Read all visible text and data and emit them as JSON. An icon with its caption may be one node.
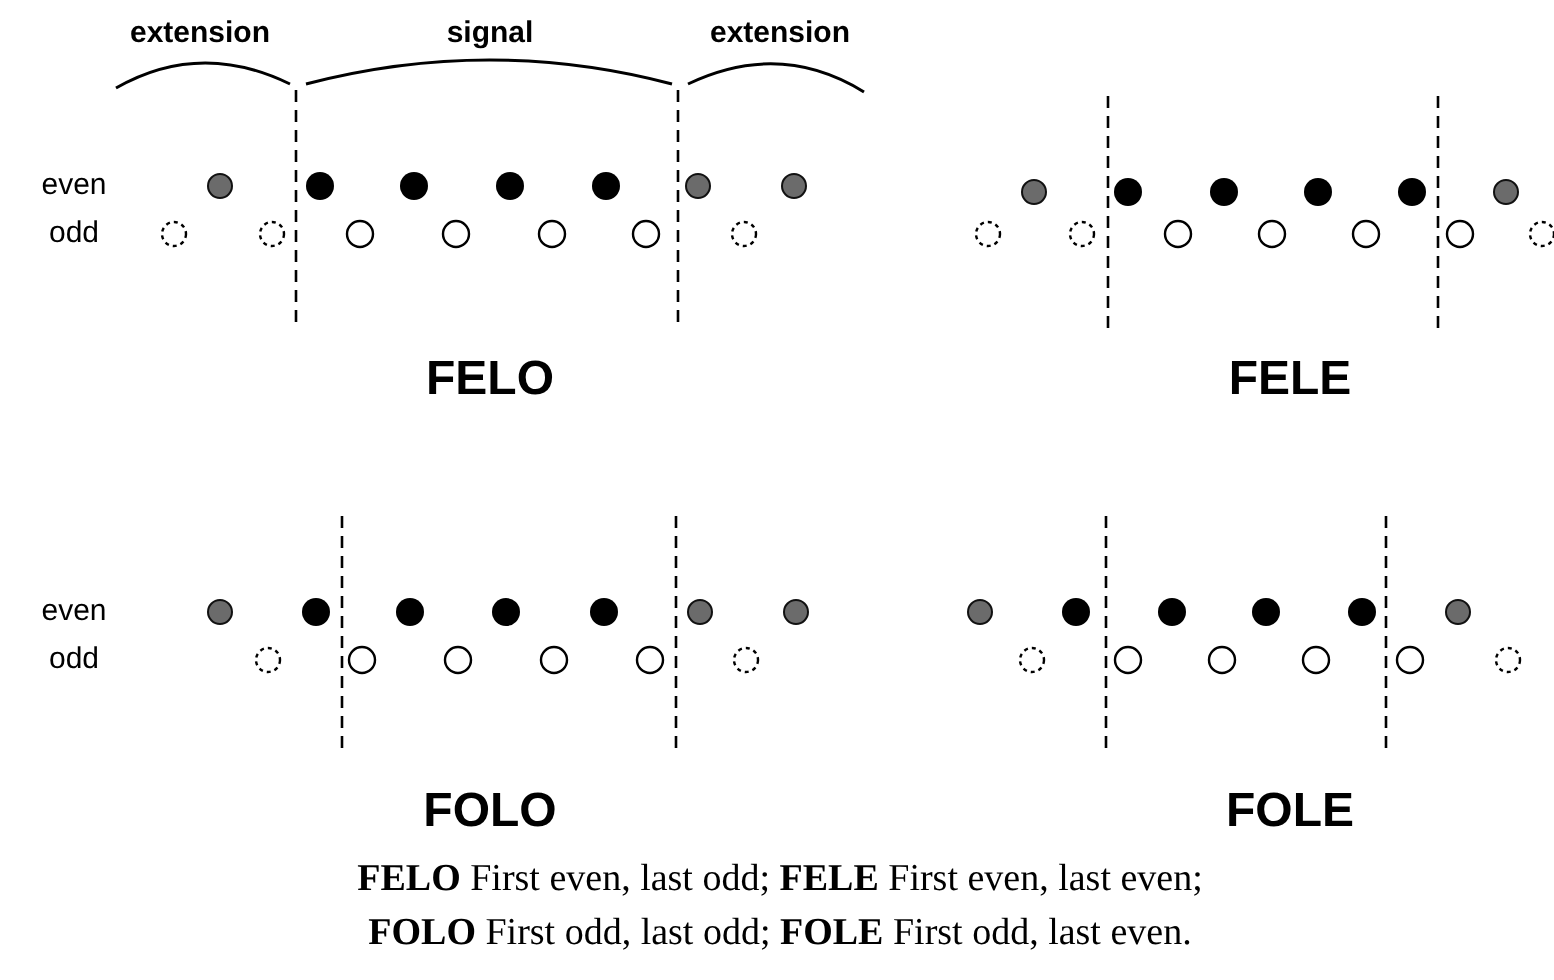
{
  "diagram": {
    "labels": [
      "extension",
      "signal",
      "extension",
      "even",
      "odd",
      "FELO",
      "FELE",
      "even",
      "odd",
      "FOLO",
      "FOLE"
    ],
    "caption": "**FELO** First even, last odd; **FELE** First even, last even; **FOLO** First odd, last odd; **FOLE** First odd, last even."
  }
}
